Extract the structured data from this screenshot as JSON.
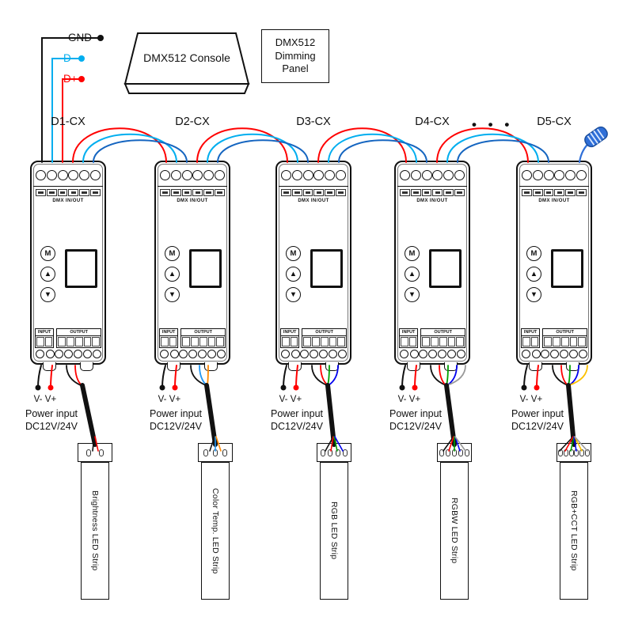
{
  "diagram": {
    "console": {
      "label": "DMX512 Console"
    },
    "panel": {
      "label": "DMX512 Dimming Panel"
    },
    "bus": {
      "gnd": "GND",
      "dminus": "D-",
      "dplus": "D+"
    },
    "ellipsis": "• • •",
    "dmx_io_label": "DMX IN/OUT",
    "buttons": {
      "menu": "M",
      "up": "▲",
      "down": "▼"
    },
    "io": {
      "input": "INPUT",
      "output": "OUTPUT"
    },
    "power": {
      "vminus": "V-",
      "vplus": "V+",
      "line1": "Power input",
      "line2": "DC12V/24V"
    },
    "colors": {
      "d_plus_wire": "#ff0000",
      "d_minus_wire": "#00aeef",
      "daisy_third_wire": "#1565c0",
      "gnd_wire": "#111111",
      "terminator": "#2f6fd8"
    },
    "units": [
      {
        "label": "D1-CX",
        "strip": "Brightness LED Strip"
      },
      {
        "label": "D2-CX",
        "strip": "Color Temp. LED Strip"
      },
      {
        "label": "D3-CX",
        "strip": "RGB LED Strip"
      },
      {
        "label": "D4-CX",
        "strip": "RGBW LED Strip"
      },
      {
        "label": "D5-CX",
        "strip": "RGB+CCT LED Strip"
      }
    ]
  }
}
